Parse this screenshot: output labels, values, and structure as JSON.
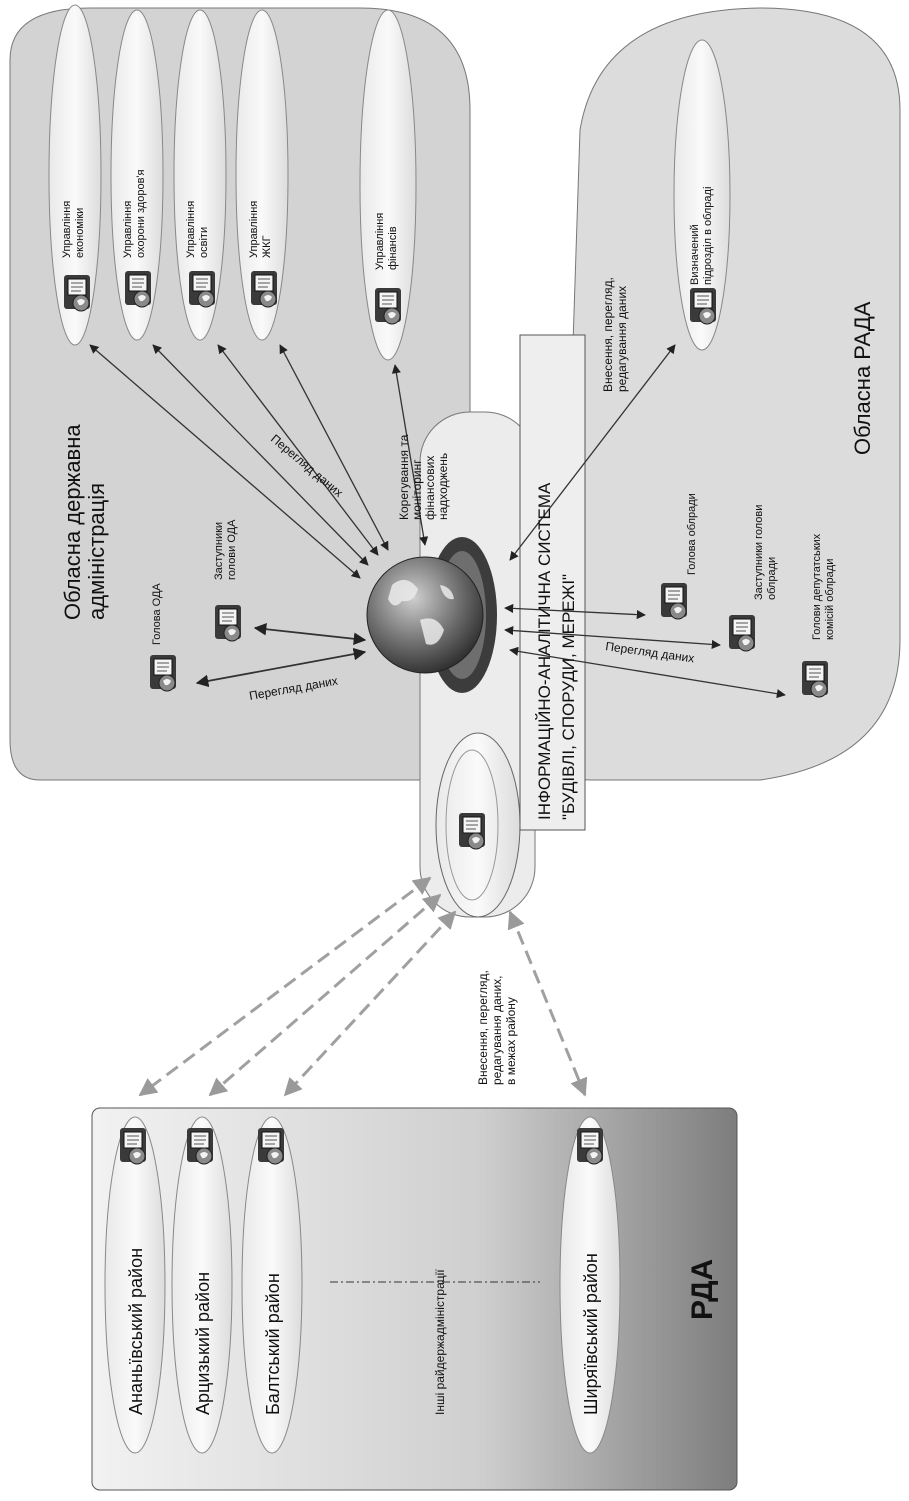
{
  "system": {
    "line1": "ІНФОРМАЦІЙНО-АНАЛІТИЧНА СИСТЕМА",
    "line2": "\"БУДІВЛІ, СПОРУДИ, МЕРЕЖІ\""
  },
  "oda": {
    "title_line1": "Обласна державна",
    "title_line2": "адміністрація",
    "units": [
      {
        "line1": "Управління",
        "line2": "економіки"
      },
      {
        "line1": "Управління",
        "line2": "охорони здоров'я"
      },
      {
        "line1": "Управління",
        "line2": "освіти"
      },
      {
        "line1": "Управління",
        "line2": "ЖКГ"
      },
      {
        "line1": "Управління",
        "line2": "фінансів"
      }
    ],
    "head": "Голова ОДА",
    "deputies_line1": "Заступники",
    "deputies_line2": "голови ОДА",
    "view_data_1": "Перегляд даних",
    "view_data_2": "Перегляд даних",
    "finance_note": [
      "Корегування та",
      "моніторинг",
      "фінансових",
      "надходжень"
    ]
  },
  "rada": {
    "title": "Обласна РАДА",
    "entry_note_line1": "Внесення, перегляд,",
    "entry_note_line2": "редагування даних",
    "unit_line1": "Визначений",
    "unit_line2": "підрозділ в облраді",
    "head": "Голова облради",
    "deputies_line1": "Заступники голови",
    "deputies_line2": "облради",
    "committees_line1": "Голови депутатських",
    "committees_line2": "комісій облради",
    "view_data": "Перегляд даних"
  },
  "rda": {
    "title": "РДА",
    "districts": [
      "Ананьївський район",
      "Арцизький район",
      "Балтський район"
    ],
    "others": "Інші райдержадміністрації",
    "last_district": "Ширяївський район",
    "entry_note": [
      "Внесення, перегляд,",
      "редагування даних,",
      "в межах району"
    ]
  },
  "icons": {
    "workstation": "computer-icon",
    "globe": "globe-icon"
  }
}
